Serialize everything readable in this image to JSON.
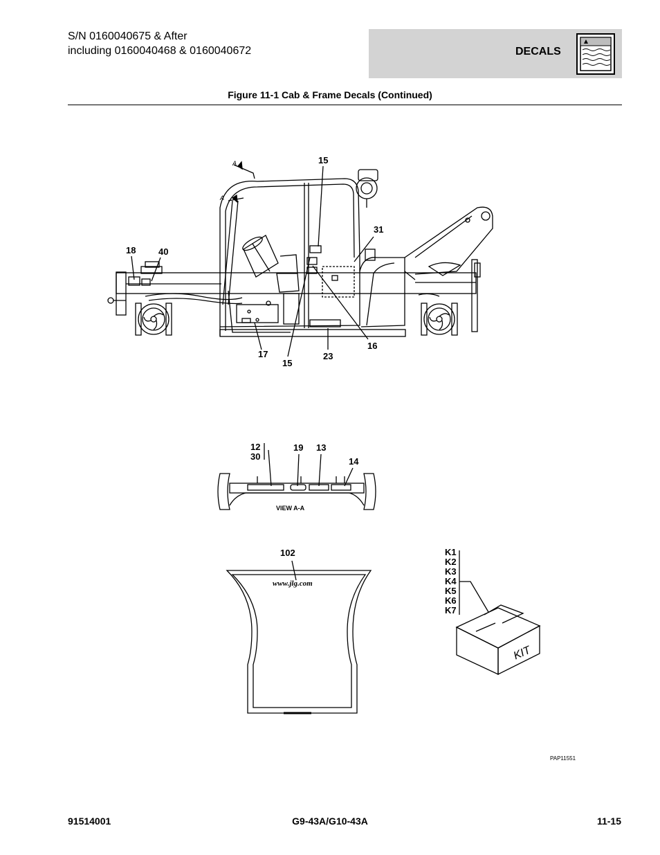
{
  "header": {
    "serial_line1": "S/N 0160040675 & After",
    "serial_line2": "including 0160040468 & 0160040672",
    "section_tab": "DECALS",
    "section_icon": "decal-sheet-icon"
  },
  "figure": {
    "title": "Figure 11-1 Cab & Frame Decals (Continued)",
    "callouts": {
      "c15a": "15",
      "c31": "31",
      "c18": "18",
      "c40": "40",
      "c17": "17",
      "c15b": "15",
      "c23": "23",
      "c16": "16",
      "c12": "12",
      "c30": "30",
      "c19": "19",
      "c13": "13",
      "c14": "14",
      "c102": "102",
      "k1": "K1",
      "k2": "K2",
      "k3": "K3",
      "k4": "K4",
      "k5": "K5",
      "k6": "K6",
      "k7": "K7"
    },
    "section_marker": "A",
    "view_label": "VIEW A-A",
    "website_text": "www.jlg.com",
    "kit_label": "KIT",
    "drawing_id": "PAP11551"
  },
  "footer": {
    "doc_number": "91514001",
    "model": "G9-43A/G10-43A",
    "page": "11-15"
  }
}
